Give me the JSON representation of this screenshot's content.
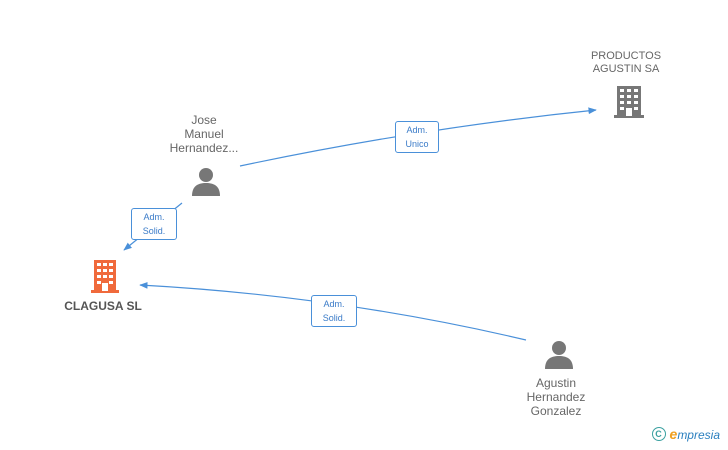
{
  "nodes": [
    {
      "id": "clagusa",
      "kind": "company",
      "label_lines": [
        "CLAGUSA SL"
      ],
      "color": "#f06a3c",
      "main": true
    },
    {
      "id": "productos",
      "kind": "company",
      "label_lines": [
        "PRODUCTOS",
        "AGUSTIN SA"
      ],
      "color": "#777777"
    },
    {
      "id": "jose",
      "kind": "person",
      "label_lines": [
        "Jose",
        "Manuel",
        "Hernandez..."
      ],
      "color": "#777777"
    },
    {
      "id": "agustin",
      "kind": "person",
      "label_lines": [
        "Agustin",
        "Hernandez",
        "Gonzalez"
      ],
      "color": "#777777"
    }
  ],
  "edges": [
    {
      "id": "jose-productos",
      "from": "jose",
      "to": "productos",
      "label_lines": [
        "Adm.",
        "Unico"
      ]
    },
    {
      "id": "jose-clagusa",
      "from": "jose",
      "to": "clagusa",
      "label_lines": [
        "Adm.",
        "Solid."
      ]
    },
    {
      "id": "agustin-clagusa",
      "from": "agustin",
      "to": "clagusa",
      "label_lines": [
        "Adm.",
        "Solid."
      ]
    }
  ],
  "colors": {
    "edge": "#4a90d9",
    "edge_label_text": "#3a7bc8"
  },
  "brand": {
    "copyright_symbol": "C",
    "name_initial": "e",
    "name_rest": "mpresia"
  }
}
